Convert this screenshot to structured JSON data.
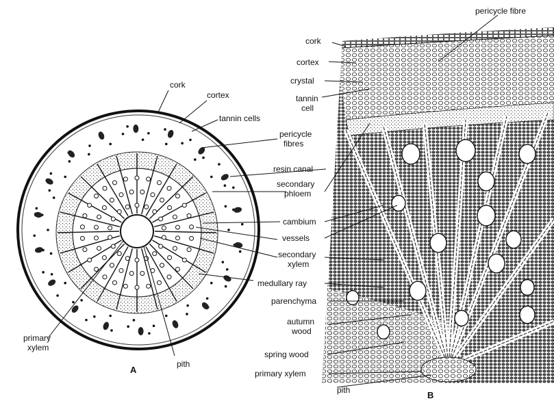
{
  "diagram_a": {
    "caption": "A",
    "labels": {
      "cork": "cork",
      "cortex": "cortex",
      "tannin_cells": "tannin cells",
      "pericycle_fibres_1": "pericycle",
      "pericycle_fibres_2": "fibres",
      "primary_xylem_1": "primary",
      "primary_xylem_2": "xylem",
      "pith": "pith"
    }
  },
  "diagram_b": {
    "caption": "B",
    "labels": {
      "pericycle_fibre": "pericycle fibre",
      "cork": "cork",
      "cortex": "cortex",
      "crystal": "crystal",
      "tannin_cell_1": "tannin",
      "tannin_cell_2": "cell",
      "pith": "pith"
    }
  },
  "shared_labels": {
    "resin_canal": "resin canal",
    "secondary_phloem_1": "secondary",
    "secondary_phloem_2": "phloem",
    "cambium": "cambium",
    "vessels": "vessels",
    "secondary_xylem_1": "secondary",
    "secondary_xylem_2": "xylem",
    "medullary_ray": "medullary ray",
    "parenchyma": "parenchyma",
    "autumn_wood_1": "autumn",
    "autumn_wood_2": "wood",
    "spring_wood": "spring wood",
    "primary_xylem": "primary xylem"
  }
}
